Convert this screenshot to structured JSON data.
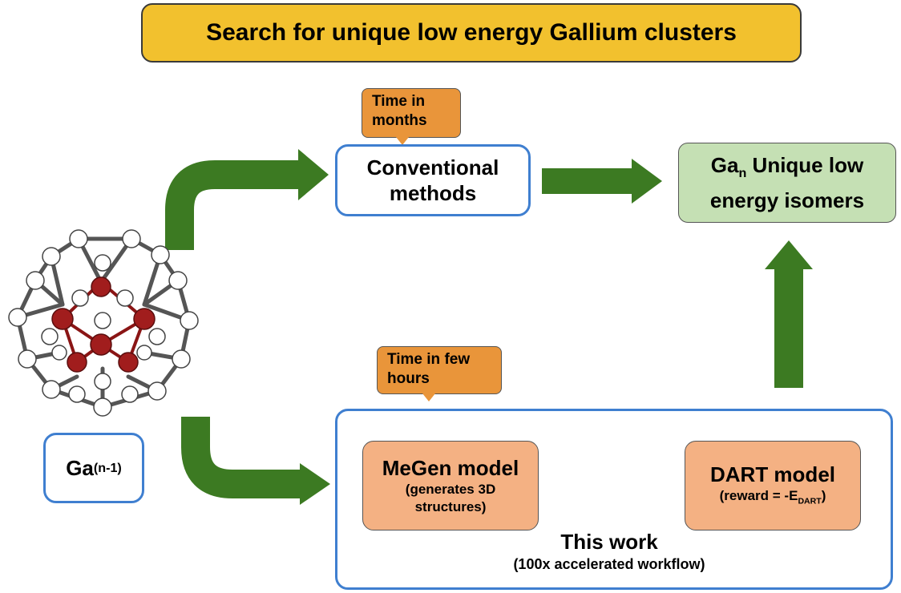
{
  "title": "Search for unique low energy Gallium clusters",
  "tags": {
    "months_line1": "Time in",
    "months_line2": "months",
    "hours_line1": "Time in few",
    "hours_line2": "hours"
  },
  "conventional": {
    "line1": "Conventional",
    "line2": "methods"
  },
  "unique": {
    "ga": "Ga",
    "ga_sub": "n",
    "line1_rest": " Unique low",
    "line2": "energy isomers"
  },
  "start": {
    "ga": "Ga",
    "ga_sub": "(n-1)"
  },
  "megen": {
    "title": "MeGen model",
    "sub1": "(generates 3D",
    "sub2": "structures)"
  },
  "dart": {
    "title": "DART model",
    "sub_prefix": "(reward = -E",
    "sub_sub": "DART",
    "sub_suffix": ")"
  },
  "this_work": "This work",
  "accelerated": "(100x accelerated workflow)",
  "colors": {
    "arrow": "#3c7a22",
    "title_bg": "#f2c12e",
    "tag_bg": "#e9953a",
    "model_bg": "#f4b183",
    "unique_bg": "#c5e0b4",
    "box_border": "#3f7fd0",
    "atom_red": "#a11d1d"
  },
  "icons": {
    "cluster": "gallium-cluster-molecule-icon"
  }
}
